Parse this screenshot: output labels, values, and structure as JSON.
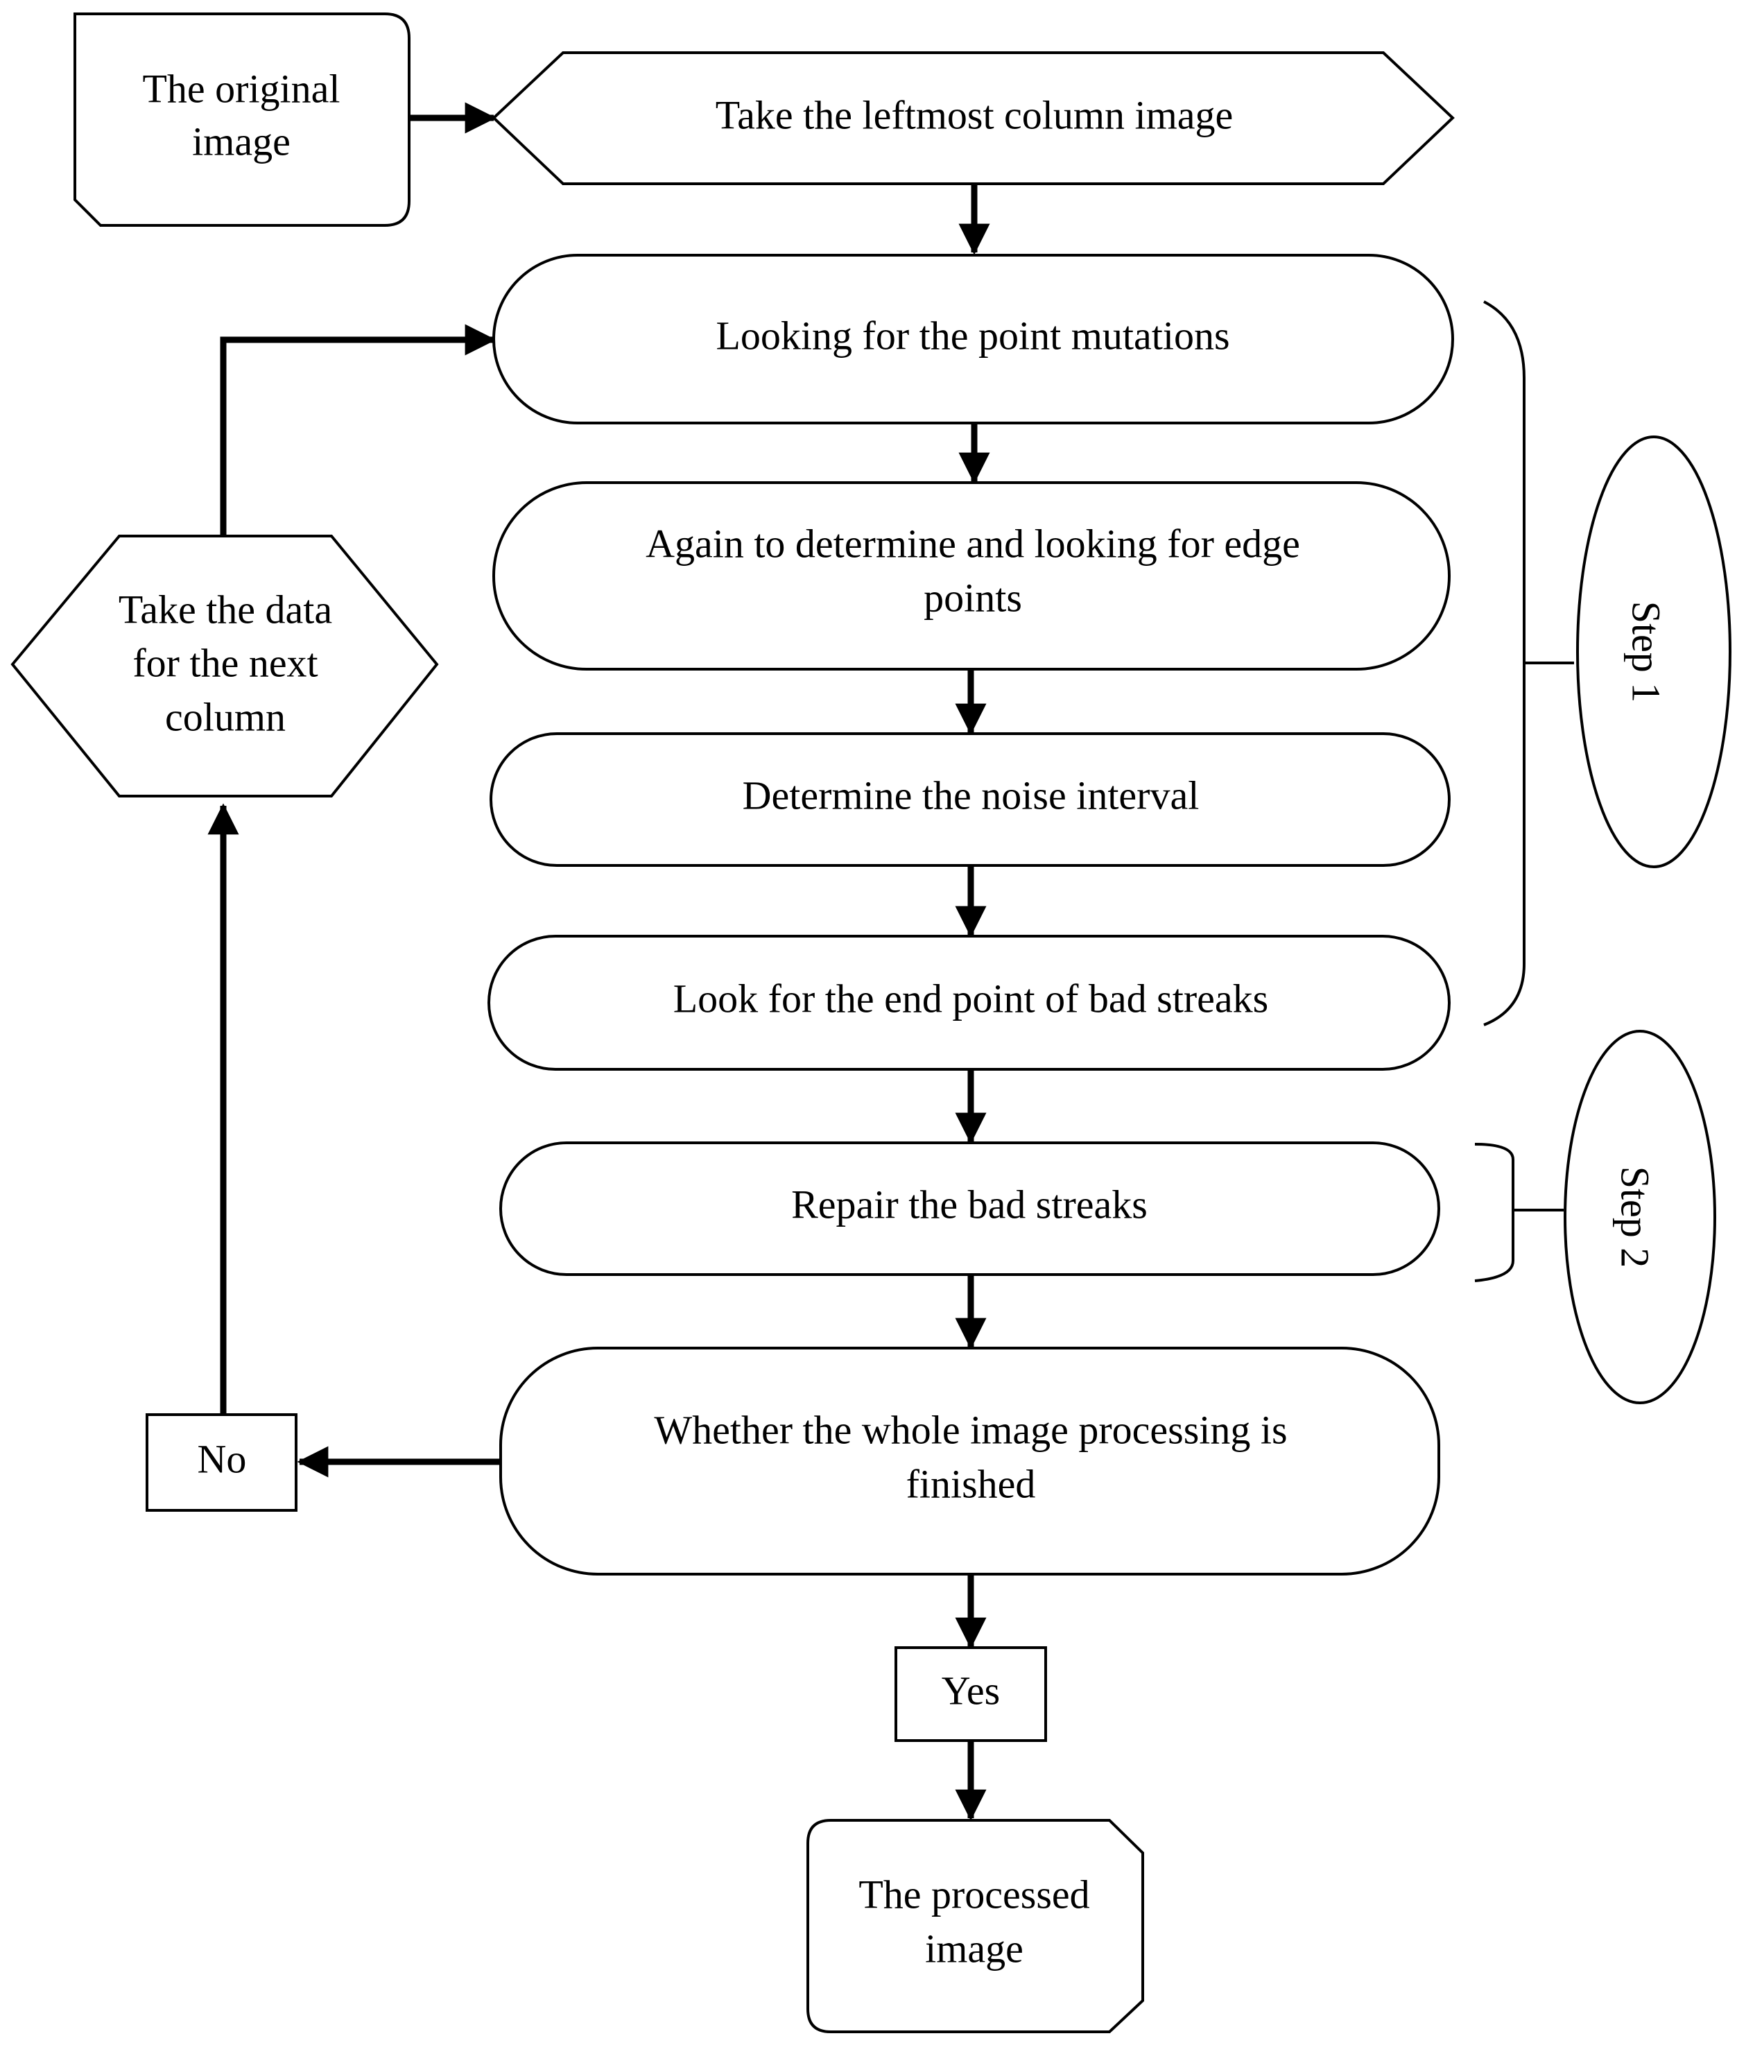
{
  "nodes": {
    "original": {
      "line1": "The original",
      "line2": "image"
    },
    "leftmost": {
      "text": "Take the leftmost column image"
    },
    "mutations": {
      "text": "Looking for the point mutations"
    },
    "edge": {
      "line1": "Again to determine and  looking for edge",
      "line2": "points"
    },
    "noise": {
      "text": "Determine the noise interval"
    },
    "endpoint": {
      "text": "Look for the  end point of bad streaks"
    },
    "repair": {
      "text": "Repair the bad streaks"
    },
    "whether": {
      "line1": "Whether the whole image processing is",
      "line2": "finished"
    },
    "no": {
      "text": "No"
    },
    "yes": {
      "text": "Yes"
    },
    "next": {
      "line1": "Take the data",
      "line2": "for the next",
      "line3": "column"
    },
    "processed": {
      "line1": "The processed",
      "line2": "image"
    }
  },
  "steps": {
    "step1": "Step 1",
    "step2": "Step 2"
  }
}
